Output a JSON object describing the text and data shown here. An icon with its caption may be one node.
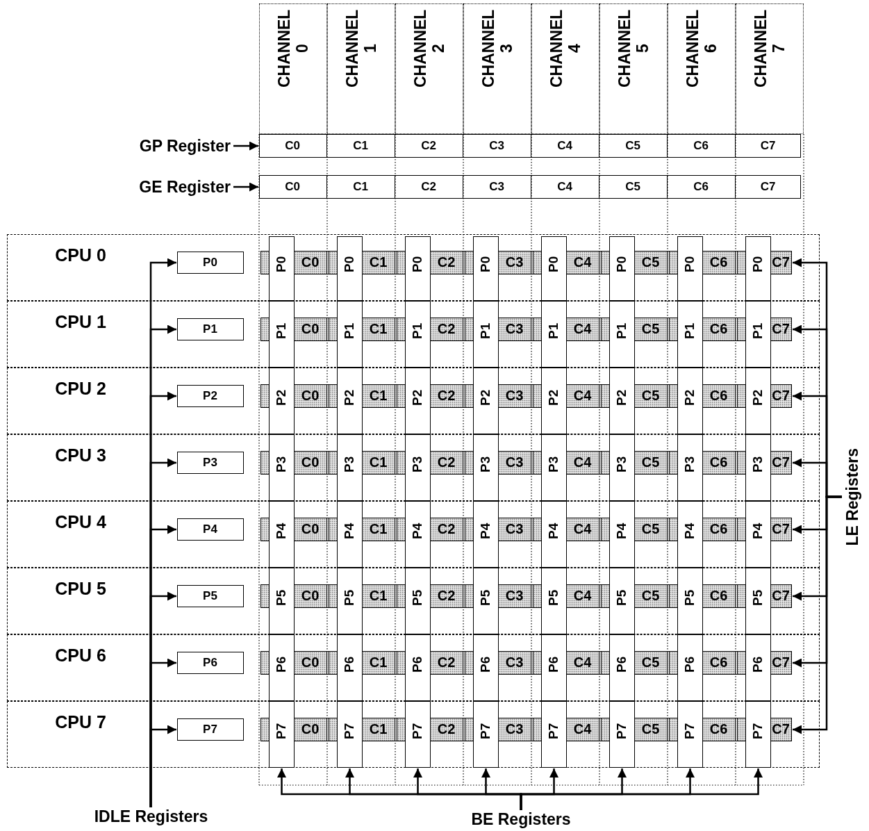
{
  "diagram": {
    "nodes": [
      {
        "text": [
          "CHANNEL 0"
        ]
      },
      {
        "text": [
          "CHANNEL 1"
        ]
      },
      {
        "text": [
          "CHANNEL 2"
        ]
      },
      {
        "text": [
          "CHANNEL 3"
        ]
      },
      {
        "text": [
          "CHANNEL 4"
        ]
      },
      {
        "text": [
          "CHANNEL 5"
        ]
      },
      {
        "text": [
          "CHANNEL 6"
        ]
      },
      {
        "text": [
          "CHANNEL 7"
        ]
      },
      {
        "text": [
          "GP Register"
        ]
      },
      {
        "text": [],
        "shape": "box"
      },
      {
        "text": [
          "C0"
        ],
        "in": 9
      },
      {
        "text": [
          "C1"
        ],
        "in": 9
      },
      {
        "text": [
          "C2"
        ],
        "in": 9
      },
      {
        "text": [
          "C3"
        ],
        "in": 9
      },
      {
        "text": [
          "C4"
        ],
        "in": 9
      },
      {
        "text": [
          "C5"
        ],
        "in": 9
      },
      {
        "text": [
          "C6"
        ],
        "in": 9
      },
      {
        "text": [
          "C7"
        ],
        "in": 9
      },
      {
        "text": [
          "GE Register"
        ]
      },
      {
        "text": [],
        "shape": "box"
      },
      {
        "text": [
          "C0"
        ],
        "in": 19
      },
      {
        "text": [
          "C1"
        ],
        "in": 19
      },
      {
        "text": [
          "C2"
        ],
        "in": 19
      },
      {
        "text": [
          "C3"
        ],
        "in": 19
      },
      {
        "text": [
          "C4"
        ],
        "in": 19
      },
      {
        "text": [
          "C5"
        ],
        "in": 19
      },
      {
        "text": [
          "C6"
        ],
        "in": 19
      },
      {
        "text": [
          "C7"
        ],
        "in": 19
      },
      {
        "text": [
          "CPU 0"
        ]
      },
      {
        "text": [
          "P0"
        ],
        "in": 28
      },
      {
        "text": [
          "P0"
        ],
        "in": 28
      },
      {
        "text": [
          "C0"
        ],
        "in": 28
      },
      {
        "text": [
          "P0"
        ],
        "in": 28
      },
      {
        "text": [
          "C1"
        ],
        "in": 28
      },
      {
        "text": [
          "P0"
        ],
        "in": 28
      },
      {
        "text": [
          "C2"
        ],
        "in": 28
      },
      {
        "text": [
          "P0"
        ],
        "in": 28
      },
      {
        "text": [
          "C3"
        ],
        "in": 28
      },
      {
        "text": [
          "P0"
        ],
        "in": 28
      },
      {
        "text": [
          "C4"
        ],
        "in": 28
      },
      {
        "text": [
          "P0"
        ],
        "in": 28
      },
      {
        "text": [
          "C5"
        ],
        "in": 28
      },
      {
        "text": [
          "P0"
        ],
        "in": 28
      },
      {
        "text": [
          "C6"
        ],
        "in": 28
      },
      {
        "text": [
          "P0"
        ],
        "in": 28
      },
      {
        "text": [
          "C7"
        ],
        "in": 28
      },
      {
        "text": [
          "CPU 1"
        ]
      },
      {
        "text": [
          "P1"
        ],
        "in": 46
      },
      {
        "text": [
          "P1"
        ],
        "in": 46
      },
      {
        "text": [
          "C0"
        ],
        "in": 46
      },
      {
        "text": [
          "P1"
        ],
        "in": 46
      },
      {
        "text": [
          "C1"
        ],
        "in": 46
      },
      {
        "text": [
          "P1"
        ],
        "in": 46
      },
      {
        "text": [
          "C2"
        ],
        "in": 46
      },
      {
        "text": [
          "P1"
        ],
        "in": 46
      },
      {
        "text": [
          "C3"
        ],
        "in": 46
      },
      {
        "text": [
          "P1"
        ],
        "in": 46
      },
      {
        "text": [
          "C4"
        ],
        "in": 46
      },
      {
        "text": [
          "P1"
        ],
        "in": 46
      },
      {
        "text": [
          "C5"
        ],
        "in": 46
      },
      {
        "text": [
          "P1"
        ],
        "in": 46
      },
      {
        "text": [
          "C6"
        ],
        "in": 46
      },
      {
        "text": [
          "P1"
        ],
        "in": 46
      },
      {
        "text": [
          "C7"
        ],
        "in": 46
      },
      {
        "text": [
          "CPU 2"
        ]
      },
      {
        "text": [
          "P2"
        ],
        "in": 64
      },
      {
        "text": [
          "P2"
        ],
        "in": 64
      },
      {
        "text": [
          "C0"
        ],
        "in": 64
      },
      {
        "text": [
          "P2"
        ],
        "in": 64
      },
      {
        "text": [
          "C1"
        ],
        "in": 64
      },
      {
        "text": [
          "P2"
        ],
        "in": 64
      },
      {
        "text": [
          "C2"
        ],
        "in": 64
      },
      {
        "text": [
          "P2"
        ],
        "in": 64
      },
      {
        "text": [
          "C3"
        ],
        "in": 64
      },
      {
        "text": [
          "P2"
        ],
        "in": 64
      },
      {
        "text": [
          "C4"
        ],
        "in": 64
      },
      {
        "text": [
          "P2"
        ],
        "in": 64
      },
      {
        "text": [
          "C5"
        ],
        "in": 64
      },
      {
        "text": [
          "P2"
        ],
        "in": 64
      },
      {
        "text": [
          "C6"
        ],
        "in": 64
      },
      {
        "text": [
          "P2"
        ],
        "in": 64
      },
      {
        "text": [
          "C7"
        ],
        "in": 64
      },
      {
        "text": [
          "CPU 3"
        ]
      },
      {
        "text": [
          "P3"
        ],
        "in": 82
      },
      {
        "text": [
          "P3"
        ],
        "in": 82
      },
      {
        "text": [
          "C0"
        ],
        "in": 82
      },
      {
        "text": [
          "P3"
        ],
        "in": 82
      },
      {
        "text": [
          "C1"
        ],
        "in": 82
      },
      {
        "text": [
          "P3"
        ],
        "in": 82
      },
      {
        "text": [
          "C2"
        ],
        "in": 82
      },
      {
        "text": [
          "P3"
        ],
        "in": 82
      },
      {
        "text": [
          "C3"
        ],
        "in": 82
      },
      {
        "text": [
          "P3"
        ],
        "in": 82
      },
      {
        "text": [
          "C4"
        ],
        "in": 82
      },
      {
        "text": [
          "P3"
        ],
        "in": 82
      },
      {
        "text": [
          "C5"
        ],
        "in": 82
      },
      {
        "text": [
          "P3"
        ],
        "in": 82
      },
      {
        "text": [
          "C6"
        ],
        "in": 82
      },
      {
        "text": [
          "P3"
        ],
        "in": 82
      },
      {
        "text": [
          "C7"
        ],
        "in": 82
      },
      {
        "text": [
          "CPU 4"
        ]
      },
      {
        "text": [
          "P4"
        ],
        "in": 100
      },
      {
        "text": [
          "P4"
        ],
        "in": 100
      },
      {
        "text": [
          "C0"
        ],
        "in": 100
      },
      {
        "text": [
          "P4"
        ],
        "in": 100
      },
      {
        "text": [
          "C1"
        ],
        "in": 100
      },
      {
        "text": [
          "P4"
        ],
        "in": 100
      },
      {
        "text": [
          "C2"
        ],
        "in": 100
      },
      {
        "text": [
          "P4"
        ],
        "in": 100
      },
      {
        "text": [
          "C3"
        ],
        "in": 100
      },
      {
        "text": [
          "P4"
        ],
        "in": 100
      },
      {
        "text": [
          "C4"
        ],
        "in": 100
      },
      {
        "text": [
          "P4"
        ],
        "in": 100
      },
      {
        "text": [
          "C5"
        ],
        "in": 100
      },
      {
        "text": [
          "P4"
        ],
        "in": 100
      },
      {
        "text": [
          "C6"
        ],
        "in": 100
      },
      {
        "text": [
          "P4"
        ],
        "in": 100
      },
      {
        "text": [
          "C7"
        ],
        "in": 100
      },
      {
        "text": [
          "CPU 5"
        ]
      },
      {
        "text": [
          "P5"
        ],
        "in": 118
      },
      {
        "text": [
          "P5"
        ],
        "in": 118
      },
      {
        "text": [
          "C0"
        ],
        "in": 118
      },
      {
        "text": [
          "P5"
        ],
        "in": 118
      },
      {
        "text": [
          "C1"
        ],
        "in": 118
      },
      {
        "text": [
          "P5"
        ],
        "in": 118
      },
      {
        "text": [
          "C2"
        ],
        "in": 118
      },
      {
        "text": [
          "P5"
        ],
        "in": 118
      },
      {
        "text": [
          "C3"
        ],
        "in": 118
      },
      {
        "text": [
          "P5"
        ],
        "in": 118
      },
      {
        "text": [
          "C4"
        ],
        "in": 118
      },
      {
        "text": [
          "P5"
        ],
        "in": 118
      },
      {
        "text": [
          "C5"
        ],
        "in": 118
      },
      {
        "text": [
          "P5"
        ],
        "in": 118
      },
      {
        "text": [
          "C6"
        ],
        "in": 118
      },
      {
        "text": [
          "P5"
        ],
        "in": 118
      },
      {
        "text": [
          "C7"
        ],
        "in": 118
      },
      {
        "text": [
          "CPU 6"
        ]
      },
      {
        "text": [
          "P6"
        ],
        "in": 136
      },
      {
        "text": [
          "P6"
        ],
        "in": 136
      },
      {
        "text": [
          "C0"
        ],
        "in": 136
      },
      {
        "text": [
          "P6"
        ],
        "in": 136
      },
      {
        "text": [
          "C1"
        ],
        "in": 136
      },
      {
        "text": [
          "P6"
        ],
        "in": 136
      },
      {
        "text": [
          "C2"
        ],
        "in": 136
      },
      {
        "text": [
          "P6"
        ],
        "in": 136
      },
      {
        "text": [
          "C3"
        ],
        "in": 136
      },
      {
        "text": [
          "P6"
        ],
        "in": 136
      },
      {
        "text": [
          "C4"
        ],
        "in": 136
      },
      {
        "text": [
          "P6"
        ],
        "in": 136
      },
      {
        "text": [
          "C5"
        ],
        "in": 136
      },
      {
        "text": [
          "P6"
        ],
        "in": 136
      },
      {
        "text": [
          "C6"
        ],
        "in": 136
      },
      {
        "text": [
          "P6"
        ],
        "in": 136
      },
      {
        "text": [
          "C7"
        ],
        "in": 136
      },
      {
        "text": [
          "CPU 7"
        ]
      },
      {
        "text": [
          "P7"
        ],
        "in": 154
      },
      {
        "text": [
          "P7"
        ],
        "in": 154
      },
      {
        "text": [
          "C0"
        ],
        "in": 154
      },
      {
        "text": [
          "P7"
        ],
        "in": 154
      },
      {
        "text": [
          "C1"
        ],
        "in": 154
      },
      {
        "text": [
          "P7"
        ],
        "in": 154
      },
      {
        "text": [
          "C2"
        ],
        "in": 154
      },
      {
        "text": [
          "P7"
        ],
        "in": 154
      },
      {
        "text": [
          "C3"
        ],
        "in": 154
      },
      {
        "text": [
          "P7"
        ],
        "in": 154
      },
      {
        "text": [
          "C4"
        ],
        "in": 154
      },
      {
        "text": [
          "P7"
        ],
        "in": 154
      },
      {
        "text": [
          "C5"
        ],
        "in": 154
      },
      {
        "text": [
          "P7"
        ],
        "in": 154
      },
      {
        "text": [
          "C6"
        ],
        "in": 154
      },
      {
        "text": [
          "P7"
        ],
        "in": 154
      },
      {
        "text": [
          "C7"
        ],
        "in": 154
      },
      {
        "text": [
          "IDLE Registers"
        ]
      },
      {
        "text": [
          "LE Registers"
        ]
      },
      {
        "text": [
          "BE Registers"
        ]
      }
    ],
    "edges": [
      {
        "from": 8,
        "to": 9,
        "arrow": "to"
      },
      {
        "from": 18,
        "to": 19,
        "arrow": "to"
      },
      {
        "from": 172,
        "to": 29,
        "arrow": "to"
      },
      {
        "from": 172,
        "to": 47,
        "arrow": "to"
      },
      {
        "from": 172,
        "to": 65,
        "arrow": "to"
      },
      {
        "from": 172,
        "to": 83,
        "arrow": "to"
      },
      {
        "from": 172,
        "to": 101,
        "arrow": "to"
      },
      {
        "from": 172,
        "to": 119,
        "arrow": "to"
      },
      {
        "from": 172,
        "to": 137,
        "arrow": "to"
      },
      {
        "from": 172,
        "to": 155,
        "arrow": "to"
      },
      {
        "from": 173,
        "to": 45,
        "arrow": "to"
      },
      {
        "from": 173,
        "to": 63,
        "arrow": "to"
      },
      {
        "from": 173,
        "to": 81,
        "arrow": "to"
      },
      {
        "from": 173,
        "to": 99,
        "arrow": "to"
      },
      {
        "from": 173,
        "to": 117,
        "arrow": "to"
      },
      {
        "from": 173,
        "to": 135,
        "arrow": "to"
      },
      {
        "from": 173,
        "to": 153,
        "arrow": "to"
      },
      {
        "from": 173,
        "to": 171,
        "arrow": "to"
      },
      {
        "from": 174,
        "to": 156,
        "arrow": "to"
      },
      {
        "from": 174,
        "to": 158,
        "arrow": "to"
      },
      {
        "from": 174,
        "to": 160,
        "arrow": "to"
      },
      {
        "from": 174,
        "to": 162,
        "arrow": "to"
      },
      {
        "from": 174,
        "to": 164,
        "arrow": "to"
      },
      {
        "from": 174,
        "to": 166,
        "arrow": "to"
      },
      {
        "from": 174,
        "to": 168,
        "arrow": "to"
      },
      {
        "from": 174,
        "to": 170,
        "arrow": "to"
      }
    ]
  }
}
